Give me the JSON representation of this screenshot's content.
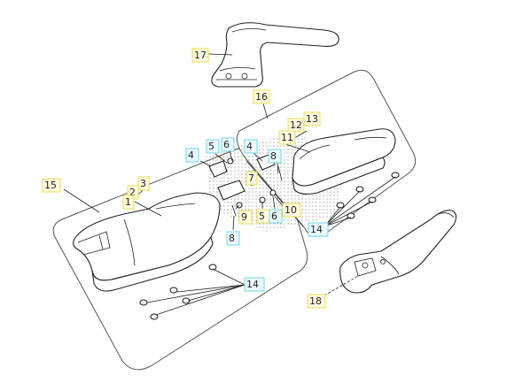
{
  "colors": {
    "tag_yellow_fill": "#fffbe0",
    "tag_yellow_border": "#e8dc52",
    "tag_cyan_fill": "#eafbff",
    "tag_cyan_border": "#6fd3ec",
    "line": "#222222"
  },
  "callouts": [
    {
      "id": "c17",
      "text": "17",
      "style": "yellow"
    },
    {
      "id": "c16",
      "text": "16",
      "style": "yellow"
    },
    {
      "id": "c13",
      "text": "13",
      "style": "yellow"
    },
    {
      "id": "c12",
      "text": "12",
      "style": "yellow"
    },
    {
      "id": "c11",
      "text": "11",
      "style": "yellow"
    },
    {
      "id": "c15",
      "text": "15",
      "style": "yellow"
    },
    {
      "id": "c3",
      "text": "3",
      "style": "yellow"
    },
    {
      "id": "c2",
      "text": "2",
      "style": "yellow"
    },
    {
      "id": "c1",
      "text": "1",
      "style": "yellow"
    },
    {
      "id": "c4a",
      "text": "4",
      "style": "cyan"
    },
    {
      "id": "c5a",
      "text": "5",
      "style": "cyan"
    },
    {
      "id": "c6a",
      "text": "6",
      "style": "cyan"
    },
    {
      "id": "c4b",
      "text": "4",
      "style": "cyan"
    },
    {
      "id": "c8a",
      "text": "8",
      "style": "cyan"
    },
    {
      "id": "c7",
      "text": "7",
      "style": "yellow"
    },
    {
      "id": "c10",
      "text": "10",
      "style": "yellow"
    },
    {
      "id": "c9",
      "text": "9",
      "style": "yellow"
    },
    {
      "id": "c5b",
      "text": "5",
      "style": "yellow"
    },
    {
      "id": "c6b",
      "text": "6",
      "style": "cyan"
    },
    {
      "id": "c8b",
      "text": "8",
      "style": "cyan"
    },
    {
      "id": "c14a",
      "text": "14",
      "style": "cyan"
    },
    {
      "id": "c14b",
      "text": "14",
      "style": "cyan"
    },
    {
      "id": "c18",
      "text": "18",
      "style": "yellow"
    }
  ]
}
